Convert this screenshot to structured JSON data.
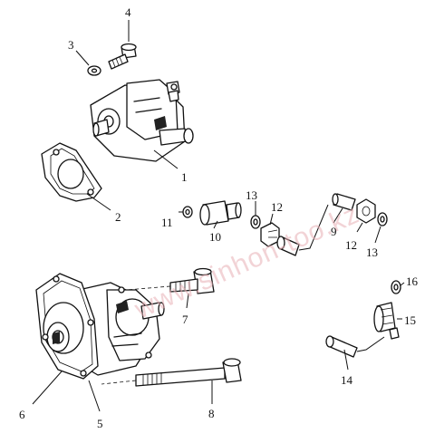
{
  "watermark": "www.sinhon-too.kz",
  "callouts": [
    {
      "id": "c1",
      "text": "1"
    },
    {
      "id": "c2",
      "text": "2"
    },
    {
      "id": "c3",
      "text": "3"
    },
    {
      "id": "c4",
      "text": "4"
    },
    {
      "id": "c5",
      "text": "5"
    },
    {
      "id": "c6",
      "text": "6"
    },
    {
      "id": "c7",
      "text": "7"
    },
    {
      "id": "c8",
      "text": "8"
    },
    {
      "id": "c9",
      "text": "9"
    },
    {
      "id": "c10",
      "text": "10"
    },
    {
      "id": "c11",
      "text": "11"
    },
    {
      "id": "c12a",
      "text": "12"
    },
    {
      "id": "c12b",
      "text": "12"
    },
    {
      "id": "c13a",
      "text": "13"
    },
    {
      "id": "c13b",
      "text": "13"
    },
    {
      "id": "c14",
      "text": "14"
    },
    {
      "id": "c15",
      "text": "15"
    },
    {
      "id": "c16",
      "text": "16"
    }
  ]
}
